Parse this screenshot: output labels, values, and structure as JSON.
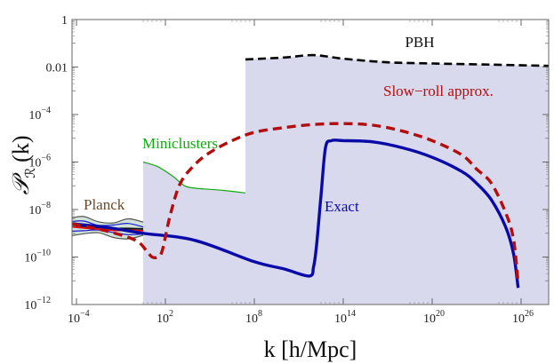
{
  "chart_data": {
    "type": "line",
    "title": "",
    "xlabel": "k  [h/Mpc]",
    "ylabel": "P_R (k)",
    "xscale": "log",
    "yscale": "log",
    "xlim_log10": [
      -4.3,
      27.9
    ],
    "ylim_log10": [
      -12,
      0
    ],
    "x_ticks": [
      {
        "base": "10",
        "exp": "−4",
        "log": -4
      },
      {
        "base": "10",
        "exp": "2",
        "log": 2
      },
      {
        "base": "10",
        "exp": "8",
        "log": 8
      },
      {
        "base": "10",
        "exp": "14",
        "log": 14
      },
      {
        "base": "10",
        "exp": "20",
        "log": 20
      },
      {
        "base": "10",
        "exp": "26",
        "log": 26
      }
    ],
    "y_ticks": [
      {
        "base": "1",
        "exp": "",
        "log": 0
      },
      {
        "base": "0.01",
        "exp": "",
        "log": -2
      },
      {
        "base": "10",
        "exp": "−4",
        "log": -4
      },
      {
        "base": "10",
        "exp": "−6",
        "log": -6
      },
      {
        "base": "10",
        "exp": "−8",
        "log": -8
      },
      {
        "base": "10",
        "exp": "−10",
        "log": -10
      },
      {
        "base": "10",
        "exp": "−12",
        "log": -12
      }
    ],
    "grid": false,
    "legend": "none (inline annotations)",
    "series": [
      {
        "name": "Exact",
        "style": "solid",
        "color": "#0a0aa8",
        "log10_k": [
          -4.3,
          -2,
          0.5,
          4,
          8,
          10,
          11.7,
          12.0,
          12.2,
          12.5,
          12.8,
          13.2,
          14,
          16,
          18,
          20,
          22,
          23,
          24,
          25,
          25.5,
          25.8
        ],
        "log10_P": [
          -8.6,
          -8.75,
          -9.0,
          -9.3,
          -10.2,
          -10.5,
          -10.8,
          -10.4,
          -9.5,
          -7.4,
          -5.4,
          -5.1,
          -5.1,
          -5.15,
          -5.4,
          -5.8,
          -6.4,
          -6.9,
          -7.6,
          -8.8,
          -9.9,
          -11.3
        ]
      },
      {
        "name": "Slow−roll approx.",
        "style": "dashed",
        "color": "#b30d0d",
        "log10_k": [
          -4.3,
          -2,
          0,
          0.8,
          1.1,
          1.5,
          1.8,
          2.3,
          3,
          4,
          5,
          6.5,
          8,
          10,
          12,
          14,
          16,
          18,
          20,
          22,
          23,
          24,
          25,
          25.5,
          25.8
        ],
        "log10_P": [
          -8.6,
          -8.9,
          -9.3,
          -9.8,
          -10.0,
          -10.0,
          -9.7,
          -8.3,
          -6.9,
          -6.1,
          -5.6,
          -5.1,
          -4.75,
          -4.55,
          -4.42,
          -4.38,
          -4.45,
          -4.7,
          -5.1,
          -5.7,
          -6.3,
          -6.9,
          -8.2,
          -9.3,
          -11.1
        ]
      },
      {
        "name": "PBH",
        "style": "dashed",
        "color": "#000000",
        "log10_k": [
          7.4,
          10,
          12,
          14,
          17,
          20,
          24,
          27.9
        ],
        "log10_P": [
          -1.68,
          -1.6,
          -1.5,
          -1.65,
          -1.8,
          -1.85,
          -1.9,
          -1.95
        ]
      },
      {
        "name": "Miniclusters",
        "style": "solid",
        "color": "#11aa11",
        "log10_k": [
          0.5,
          1.5,
          2.5,
          3.3,
          4,
          5,
          6,
          7.4
        ],
        "log10_P": [
          -6.0,
          -6.2,
          -6.6,
          -7.0,
          -7.1,
          -7.15,
          -7.2,
          -7.3
        ]
      },
      {
        "name": "Planck",
        "style": "band",
        "color": "#333333",
        "log10_k": [
          -4.3,
          -3.5,
          -2.5,
          -1.5,
          -0.5,
          0.5
        ],
        "log10_P": [
          -8.65,
          -8.7,
          -8.75,
          -8.8,
          -8.8,
          -8.82
        ]
      }
    ],
    "shaded_excluded_region": {
      "color": "#d8d9ec",
      "description": "Excluded region bounded above by Miniclusters (10^0.5–10^7.4) and PBH (10^7.4 onward)"
    },
    "annotations": [
      {
        "text": "PBH",
        "color": "#111111",
        "log10_k": 13.7,
        "log10_P": -1.0
      },
      {
        "text": "Slow−roll approx.",
        "color": "#b30d0d",
        "log10_k": 16.5,
        "log10_P": -3.0
      },
      {
        "text": "Miniclusters",
        "color": "#11aa11",
        "log10_k": 0.7,
        "log10_P": -5.2
      },
      {
        "text": "Planck",
        "color": "#6b4a2a",
        "log10_k": -3.5,
        "log10_P": -7.8
      },
      {
        "text": "Exact",
        "color": "#0a0aa8",
        "log10_k": 13.0,
        "log10_P": -7.9
      }
    ]
  },
  "axis": {
    "x_label": "k  [h/Mpc]",
    "y_label_main": "𝒫",
    "y_label_sub": "ℛ",
    "y_label_arg": "(k)"
  },
  "labels": {
    "pbh": "PBH",
    "slow_roll": "Slow−roll approx.",
    "miniclusters": "Miniclusters",
    "planck": "Planck",
    "exact": "Exact"
  }
}
